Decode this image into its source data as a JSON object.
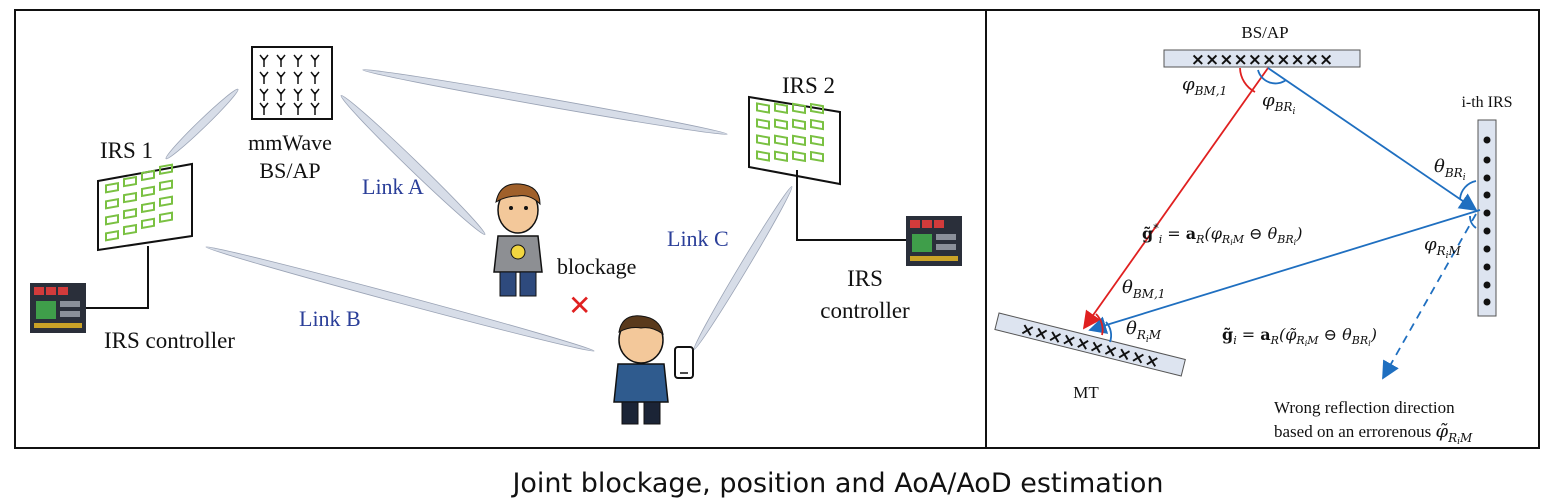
{
  "left_panel": {
    "irs1_label": "IRS 1",
    "bs_label_line1": "mmWave",
    "bs_label_line2": "BS/AP",
    "irs2_label": "IRS 2",
    "link_a": "Link A",
    "link_b": "Link B",
    "link_c": "Link C",
    "blockage": "blockage",
    "blockage_mark": "✕",
    "irs_controller_left": "IRS controller",
    "irs_controller_right_line1": "IRS",
    "irs_controller_right_line2": "controller"
  },
  "right_panel": {
    "bs_label": "BS/AP",
    "irs_label": "i-th IRS",
    "mt_label": "MT",
    "bs_antennas": "××××××××××",
    "mt_antennas": "××××××××××",
    "phi_bm1": "φ_{BM,1}",
    "phi_bri": "φ_{BR_i}",
    "theta_bri": "θ_{BR_i}",
    "phi_rim": "φ_{R_iM}",
    "theta_bm1": "θ_{BM,1}",
    "theta_rim": "θ_{R_iM}",
    "g_star_eq": "g̃*ᵢ = a_R(φ_{R_iM} ⊖ θ_{BR_i})",
    "g_tilde_eq": "g̃ᵢ = a_R(φ̃_{R_iM} ⊖ θ_{BR_i})",
    "wrong_line1": "Wrong reflection direction",
    "wrong_line2": "based on an errorenous φ̃_{R_iM}"
  },
  "caption": "Joint blockage, position and AoA/AoD estimation",
  "colors": {
    "irs_green": "#7ac142",
    "beam_fill": "#d7dde8",
    "blue_ray": "#1f6fc0",
    "red_ray": "#e02020",
    "link_text": "#2b3f99",
    "blockage_x": "#e02020"
  }
}
